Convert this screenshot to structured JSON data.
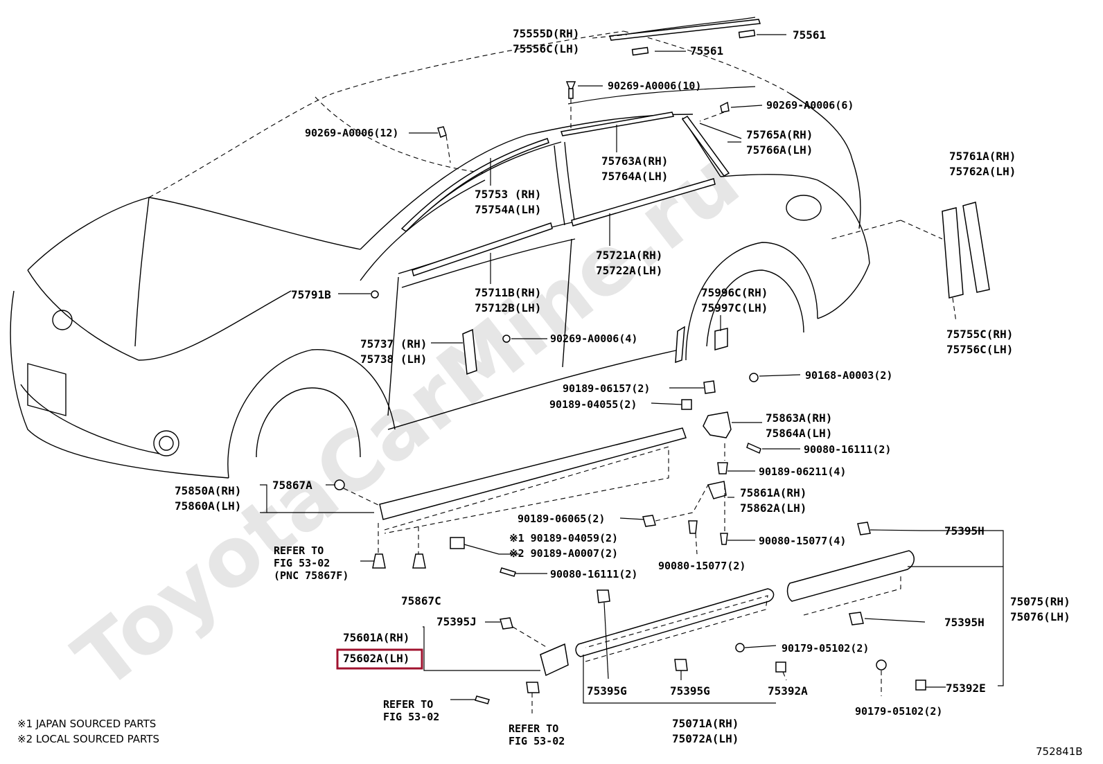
{
  "watermark": "ToyotaCarMine.ru",
  "diagram_id": "752841B",
  "notes": [
    "※1 JAPAN SOURCED PARTS",
    "※2 LOCAL SOURCED PARTS"
  ],
  "highlighted_part": "75602A(LH)",
  "labels": {
    "p75555d": "75555D(RH)",
    "p75556c": "75556C(LH)",
    "p75561a": "75561",
    "p75561b": "75561",
    "p90269_10": "90269-A0006(10)",
    "p90269_6": "90269-A0006(6)",
    "p90269_12": "90269-A0006(12)",
    "p75765a": "75765A(RH)",
    "p75766a": "75766A(LH)",
    "p75763a": "75763A(RH)",
    "p75764a": "75764A(LH)",
    "p75761a": "75761A(RH)",
    "p75762a": "75762A(LH)",
    "p75753": "75753 (RH)",
    "p75754a": "75754A(LH)",
    "p75721a": "75721A(RH)",
    "p75722a": "75722A(LH)",
    "p75791b": "75791B",
    "p75711b": "75711B(RH)",
    "p75712b": "75712B(LH)",
    "p75996c": "75996C(RH)",
    "p75997c": "75997C(LH)",
    "p75755c": "75755C(RH)",
    "p75756c": "75756C(LH)",
    "p75737": "75737 (RH)",
    "p75738": "75738 (LH)",
    "p90269_4": "90269-A0006(4)",
    "p90189_06157": "90189-06157(2)",
    "p90168": "90168-A0003(2)",
    "p90189_04055": "90189-04055(2)",
    "p75863a": "75863A(RH)",
    "p75864a": "75864A(LH)",
    "p90080_16111a": "90080-16111(2)",
    "p90189_06211": "90189-06211(4)",
    "p75850a": "75850A(RH)",
    "p75860a": "75860A(LH)",
    "p75867a": "75867A",
    "p75861a": "75861A(RH)",
    "p75862a": "75862A(LH)",
    "p90189_06065": "90189-06065(2)",
    "p75395h_top": "75395H",
    "p90080_15077a": "90080-15077(4)",
    "p90189_04059": "※1 90189-04059(2)",
    "p90189_a0007": "※2 90189-A0007(2)",
    "refer1_l1": "REFER TO",
    "refer1_l2": "FIG 53-02",
    "refer1_l3": "(PNC 75867F)",
    "p90080_16111b": "90080-16111(2)",
    "p90080_15077b": "90080-15077(2)",
    "p75867c": "75867C",
    "p75075": "75075(RH)",
    "p75076": "75076(LH)",
    "p75395j": "75395J",
    "p75395h_mid": "75395H",
    "p75601a": "75601A(RH)",
    "p75602a": "75602A(LH)",
    "p90179_a": "90179-05102(2)",
    "refer2_l1": "REFER TO",
    "refer2_l2": "FIG 53-02",
    "p75395g_a": "75395G",
    "p75395g_b": "75395G",
    "p75392a": "75392A",
    "p75392e": "75392E",
    "p90179_b": "90179-05102(2)",
    "refer3_l1": "REFER TO",
    "refer3_l2": "FIG 53-02",
    "p75071a": "75071A(RH)",
    "p75072a": "75072A(LH)"
  }
}
